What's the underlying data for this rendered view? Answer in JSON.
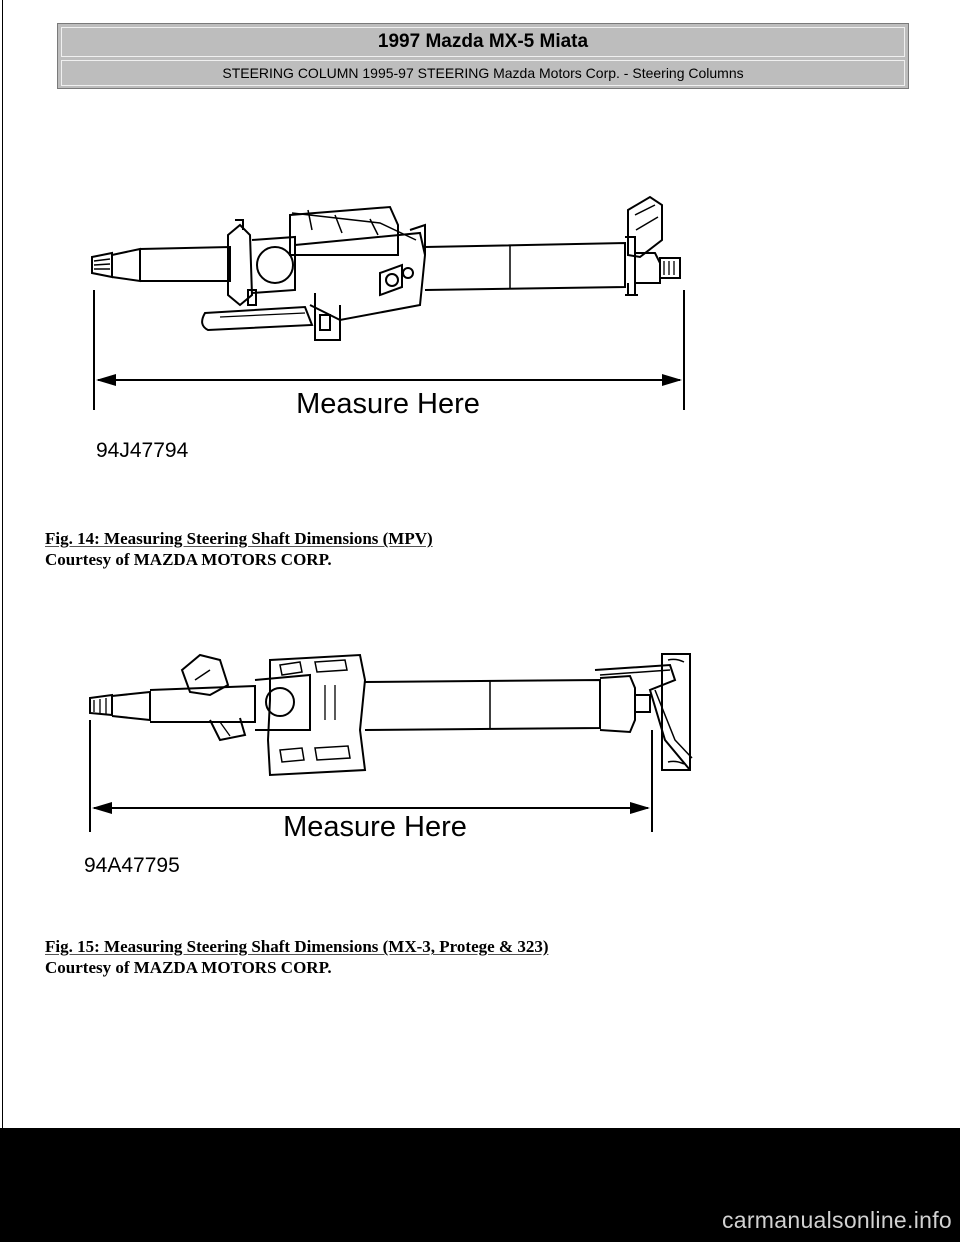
{
  "header": {
    "title": "1997 Mazda MX-5 Miata",
    "subtitle": "STEERING COLUMN 1995-97 STEERING Mazda Motors Corp. - Steering Columns"
  },
  "figures": [
    {
      "image_label": "Measure Here",
      "image_code": "94J47794",
      "caption": "Fig. 14: Measuring Steering Shaft Dimensions (MPV)",
      "credit": "Courtesy of MAZDA MOTORS CORP."
    },
    {
      "image_label": "Measure Here",
      "image_code": "94A47795",
      "caption": "Fig. 15: Measuring Steering Shaft Dimensions (MX-3, Protege & 323)",
      "credit": "Courtesy of MAZDA MOTORS CORP."
    }
  ],
  "watermark": "carmanualsonline.info"
}
